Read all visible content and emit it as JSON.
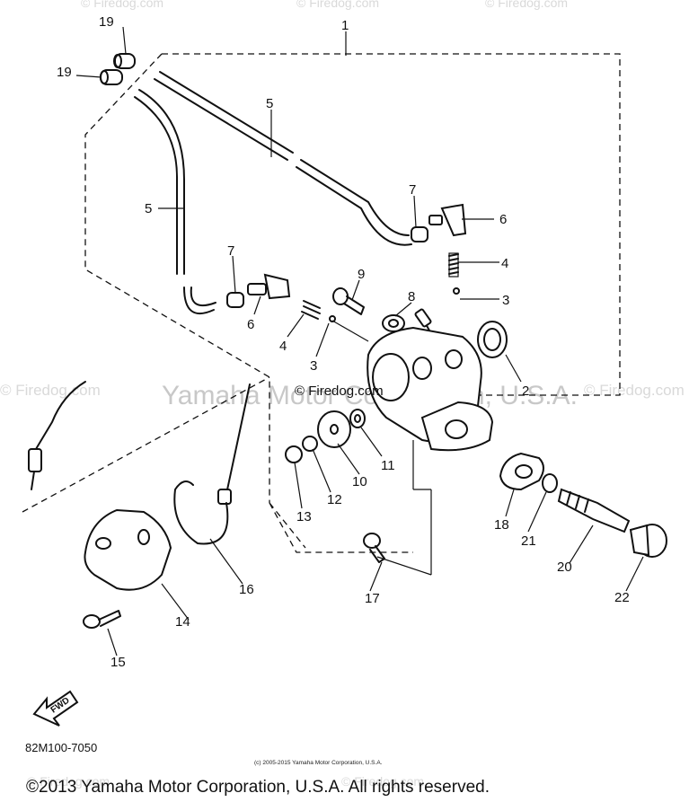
{
  "watermarks": {
    "corner": "© Firedog.com",
    "brand": "Yamaha Motor Corporation, U.S.A.",
    "center": "© Firedog.com"
  },
  "callouts": {
    "p1": "1",
    "p2": "2",
    "p3a": "3",
    "p3b": "3",
    "p4a": "4",
    "p4b": "4",
    "p5a": "5",
    "p5b": "5",
    "p6a": "6",
    "p6b": "6",
    "p7a": "7",
    "p7b": "7",
    "p8": "8",
    "p9": "9",
    "p10": "10",
    "p11": "11",
    "p12": "12",
    "p13": "13",
    "p14": "14",
    "p15": "15",
    "p16": "16",
    "p17": "17",
    "p18": "18",
    "p19a": "19",
    "p19b": "19",
    "p20": "20",
    "p21": "21",
    "p22": "22"
  },
  "fwd_label": "FWD",
  "diagram_code": "82M100-7050",
  "small_copyright": "(c) 2005-2015 Yamaha Motor Corporation, U.S.A.",
  "footer_copyright": "©2013 Yamaha Motor Corporation, U.S.A. All rights reserved."
}
